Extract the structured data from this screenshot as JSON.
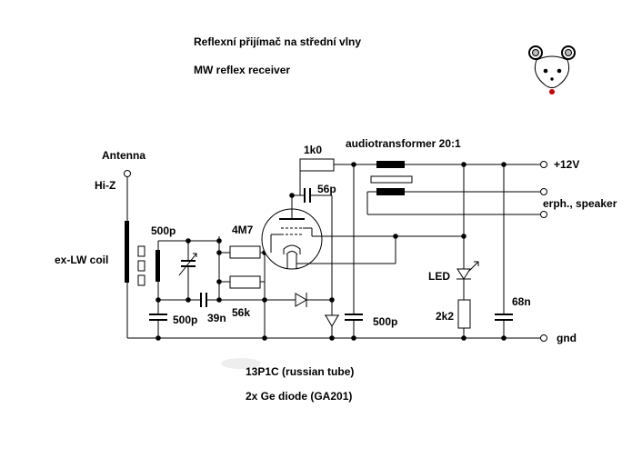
{
  "titles": {
    "czech": "Reflexní přijímač na střední vlny",
    "english": "MW reflex receiver"
  },
  "labels": {
    "antenna": "Antenna",
    "hiz": "Hi-Z",
    "lw_coil": "ex-LW coil",
    "c500p_tune": "500p",
    "r4m7": "4M7",
    "r1k0": "1k0",
    "audiotransformer": "audiotransformer 20:1",
    "plus12v": "+12V",
    "c56p": "56p",
    "erph_speaker": "erph., speaker",
    "led": "LED",
    "r2k2": "2k2",
    "c68n": "68n",
    "gnd": "gnd",
    "c500p_left": "500p",
    "c39n": "39n",
    "r56k": "56k",
    "c500p_mid": "500p"
  },
  "notes": {
    "tube": "13P1C (russian tube)",
    "diodes": "2x Ge diode (GA201)"
  },
  "colors": {
    "mouse_nose": "#cc0000",
    "ink": "#000000"
  }
}
